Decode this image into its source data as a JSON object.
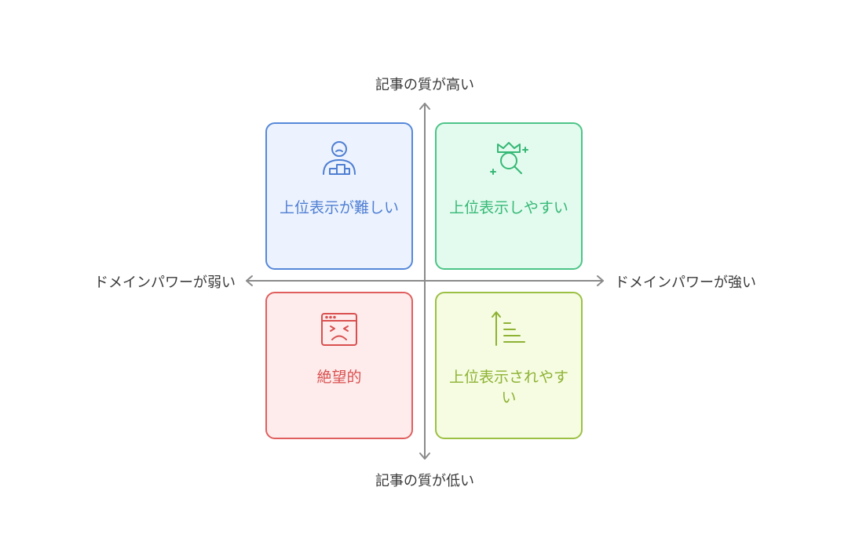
{
  "axes": {
    "top": "記事の質が高い",
    "bottom": "記事の質が低い",
    "left": "ドメインパワーが弱い",
    "right": "ドメインパワーが強い"
  },
  "quadrants": {
    "top_left": {
      "label": "上位表示が難しい",
      "icon": "person-struggling-icon",
      "color": "#5588d9",
      "background": "#edf3fe"
    },
    "top_right": {
      "label": "上位表示しやすい",
      "icon": "crown-search-icon",
      "color": "#4cc487",
      "background": "#e3fbee"
    },
    "bottom_left": {
      "label": "絶望的",
      "icon": "angry-window-icon",
      "color": "#e05e5e",
      "background": "#feecec"
    },
    "bottom_right": {
      "label": "上位表示されやすい",
      "icon": "sort-up-icon",
      "color": "#9bc043",
      "background": "#f6fce1"
    }
  }
}
